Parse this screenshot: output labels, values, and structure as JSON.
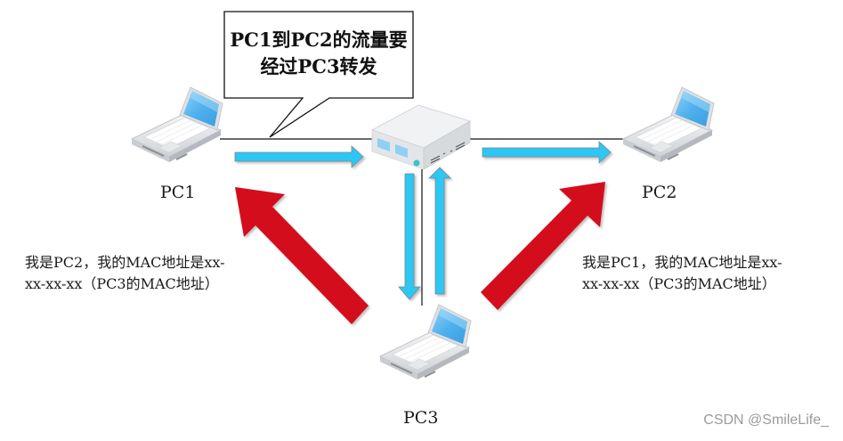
{
  "callout": {
    "line1": "PC1到PC2的流量要",
    "line2": "经过PC3转发"
  },
  "nodes": {
    "pc1": {
      "label": "PC1",
      "icon": "laptop-icon"
    },
    "pc2": {
      "label": "PC2",
      "icon": "laptop-icon"
    },
    "pc3": {
      "label": "PC3",
      "icon": "laptop-icon"
    },
    "switch": {
      "icon": "switch-icon"
    }
  },
  "notes": {
    "left": {
      "line1": "我是PC2，我的MAC地址是xx-",
      "line2": "xx-xx-xx（PC3的MAC地址）"
    },
    "right": {
      "line1": "我是PC1，我的MAC地址是xx-",
      "line2": "xx-xx-xx（PC3的MAC地址）"
    }
  },
  "colors": {
    "traffic_arrow": "#2ec6f3",
    "spoof_arrow": "#d40b1f",
    "screen": "#5ab8ee"
  },
  "watermark": "CSDN @SmileLife_"
}
